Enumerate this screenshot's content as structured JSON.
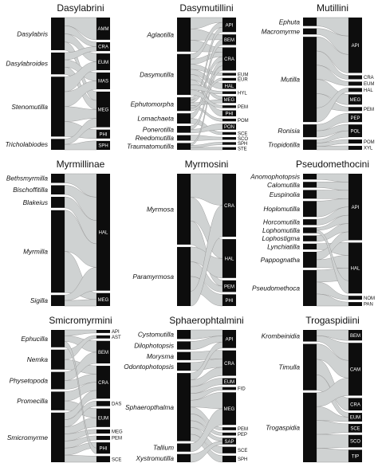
{
  "colors": {
    "bar": "#0d0d0d",
    "flow": "#cfd2d2",
    "flow_edge": "#8c8c8c",
    "text": "#111111",
    "bar_text": "#ffffff"
  },
  "panels": [
    {
      "title": "Dasylabrini",
      "genera": [
        "Dasylabris",
        "Dasylabroides",
        "Stenomutilla",
        "Tricholabiodes"
      ],
      "regions": [
        {
          "label": "AMM",
          "inside": true
        },
        {
          "label": "CRA",
          "inside": true
        },
        {
          "label": "EUM",
          "inside": true
        },
        {
          "label": "MAS",
          "inside": true
        },
        {
          "label": "MEG",
          "inside": true
        },
        {
          "label": "PHI",
          "inside": true
        },
        {
          "label": "SPH",
          "inside": true
        }
      ]
    },
    {
      "title": "Dasymutillini",
      "genera": [
        "Aglaotilla",
        "Dasymutilla",
        "Ephutomorpha",
        "Lomachaeta",
        "Ponerotilla",
        "Reedomutilla",
        "Traumatomutilla"
      ],
      "regions": [
        {
          "label": "API",
          "inside": true
        },
        {
          "label": "BEM",
          "inside": true
        },
        {
          "label": "CRA",
          "inside": true
        },
        {
          "label": "EUM",
          "inside": true
        },
        {
          "label": "EUR",
          "inside": true
        },
        {
          "label": "HAL",
          "inside": true
        },
        {
          "label": "HYL",
          "inside": false
        },
        {
          "label": "MEG",
          "inside": true
        },
        {
          "label": "PEM",
          "inside": false
        },
        {
          "label": "PHI",
          "inside": true
        },
        {
          "label": "POM",
          "inside": false
        },
        {
          "label": "PON",
          "inside": true
        },
        {
          "label": "SCE",
          "inside": false
        },
        {
          "label": "SCO",
          "inside": false
        },
        {
          "label": "SPH",
          "inside": false
        },
        {
          "label": "STE",
          "inside": false
        }
      ]
    },
    {
      "title": "Mutillini",
      "genera": [
        "Ephuta",
        "Macromyrme",
        "Mutilla",
        "Ronisia",
        "Tropidotilla"
      ],
      "regions": [
        {
          "label": "API",
          "inside": true
        },
        {
          "label": "CRA",
          "inside": false
        },
        {
          "label": "EUM",
          "inside": false
        },
        {
          "label": "HAL",
          "inside": false
        },
        {
          "label": "MEG",
          "inside": true
        },
        {
          "label": "PEM",
          "inside": false
        },
        {
          "label": "PEP",
          "inside": true
        },
        {
          "label": "POL",
          "inside": true
        },
        {
          "label": "POM",
          "inside": false
        },
        {
          "label": "XYL",
          "inside": false
        }
      ]
    },
    {
      "title": "Myrmillinae",
      "genera": [
        "Bethsmyrmilla",
        "Bischoffitilla",
        "Blakeius",
        "Myrmilla",
        "Sigilla"
      ],
      "regions": [
        {
          "label": "HAL",
          "inside": true
        },
        {
          "label": "MEG",
          "inside": true
        }
      ]
    },
    {
      "title": "Myrmosini",
      "genera": [
        "Myrmosa",
        "Paramyrmosa"
      ],
      "regions": [
        {
          "label": "CRA",
          "inside": true
        },
        {
          "label": "HAL",
          "inside": true
        },
        {
          "label": "PEM",
          "inside": true
        },
        {
          "label": "PHI",
          "inside": true
        }
      ]
    },
    {
      "title": "Pseudomethocini",
      "genera": [
        "Anomophotopsis",
        "Calomutilla",
        "Euspinolia",
        "Hoplomutilla",
        "Horcomutilla",
        "Lophomutilla",
        "Lophostigma",
        "Lynchiatilla",
        "Pappognatha",
        "Pseudomethoca"
      ],
      "regions": [
        {
          "label": "API",
          "inside": true
        },
        {
          "label": "HAL",
          "inside": true
        },
        {
          "label": "NOM",
          "inside": false
        },
        {
          "label": "PAN",
          "inside": false
        }
      ]
    },
    {
      "title": "Smicromyrmini",
      "genera": [
        "Ephucilla",
        "Nemka",
        "Physetopoda",
        "Promecilla",
        "Smicromyrme"
      ],
      "regions": [
        {
          "label": "API",
          "inside": false
        },
        {
          "label": "AST",
          "inside": false
        },
        {
          "label": "BEM",
          "inside": true
        },
        {
          "label": "CRA",
          "inside": true
        },
        {
          "label": "DAS",
          "inside": false
        },
        {
          "label": "EUM",
          "inside": true
        },
        {
          "label": "MEG",
          "inside": false
        },
        {
          "label": "PEM",
          "inside": false
        },
        {
          "label": "PHI",
          "inside": true
        },
        {
          "label": "SCE",
          "inside": false
        }
      ]
    },
    {
      "title": "Sphaerophtalmini",
      "genera": [
        "Cystomutilla",
        "Dilophotopsis",
        "Morysma",
        "Odontophotopsis",
        "Sphaeropthalma",
        "Tallium",
        "Xystromutilla"
      ],
      "regions": [
        {
          "label": "API",
          "inside": true
        },
        {
          "label": "CRA",
          "inside": true
        },
        {
          "label": "EUM",
          "inside": true
        },
        {
          "label": "FID",
          "inside": false
        },
        {
          "label": "MEG",
          "inside": true
        },
        {
          "label": "PEM",
          "inside": false
        },
        {
          "label": "PEP",
          "inside": false
        },
        {
          "label": "SAP",
          "inside": true
        },
        {
          "label": "SCE",
          "inside": false
        },
        {
          "label": "SPH",
          "inside": false
        }
      ]
    },
    {
      "title": "Trogaspidiini",
      "genera": [
        "Krombeinidia",
        "Timulla",
        "Trogaspidia"
      ],
      "regions": [
        {
          "label": "BEM",
          "inside": true
        },
        {
          "label": "CAM",
          "inside": true
        },
        {
          "label": "CRA",
          "inside": true
        },
        {
          "label": "EUM",
          "inside": true
        },
        {
          "label": "SCE",
          "inside": true
        },
        {
          "label": "SCO",
          "inside": true
        },
        {
          "label": "TIP",
          "inside": true
        }
      ]
    }
  ],
  "links": [
    [
      [
        0,
        0
      ],
      [
        0,
        1
      ],
      [
        0,
        2
      ],
      [
        0,
        4
      ],
      [
        1,
        1
      ],
      [
        1,
        3
      ],
      [
        1,
        4
      ],
      [
        2,
        2
      ],
      [
        2,
        3
      ],
      [
        2,
        4
      ],
      [
        2,
        5
      ],
      [
        3,
        4
      ],
      [
        3,
        6
      ]
    ],
    [
      [
        0,
        0
      ],
      [
        0,
        1
      ],
      [
        0,
        2
      ],
      [
        1,
        0
      ],
      [
        1,
        2
      ],
      [
        1,
        3
      ],
      [
        1,
        5
      ],
      [
        1,
        7
      ],
      [
        1,
        9
      ],
      [
        2,
        0
      ],
      [
        2,
        2
      ],
      [
        2,
        7
      ],
      [
        2,
        10
      ],
      [
        3,
        1
      ],
      [
        3,
        12
      ],
      [
        4,
        2
      ],
      [
        4,
        11
      ],
      [
        5,
        13
      ],
      [
        6,
        2
      ],
      [
        6,
        14
      ],
      [
        6,
        15
      ],
      [
        1,
        6
      ],
      [
        1,
        8
      ],
      [
        2,
        4
      ]
    ],
    [
      [
        0,
        0
      ],
      [
        1,
        0
      ],
      [
        2,
        0
      ],
      [
        2,
        1
      ],
      [
        2,
        2
      ],
      [
        2,
        4
      ],
      [
        2,
        5
      ],
      [
        3,
        6
      ],
      [
        3,
        7
      ],
      [
        4,
        7
      ],
      [
        4,
        8
      ],
      [
        4,
        9
      ],
      [
        2,
        3
      ]
    ],
    [
      [
        0,
        0
      ],
      [
        1,
        0
      ],
      [
        2,
        0
      ],
      [
        3,
        0
      ],
      [
        3,
        1
      ],
      [
        4,
        0
      ],
      [
        4,
        1
      ]
    ],
    [
      [
        0,
        0
      ],
      [
        0,
        1
      ],
      [
        0,
        2
      ],
      [
        1,
        1
      ],
      [
        1,
        2
      ],
      [
        1,
        3
      ],
      [
        1,
        0
      ]
    ],
    [
      [
        0,
        0
      ],
      [
        1,
        0
      ],
      [
        2,
        0
      ],
      [
        3,
        0
      ],
      [
        4,
        0
      ],
      [
        5,
        0
      ],
      [
        6,
        0
      ],
      [
        7,
        1
      ],
      [
        8,
        0
      ],
      [
        8,
        1
      ],
      [
        9,
        1
      ],
      [
        9,
        2
      ],
      [
        9,
        3
      ],
      [
        5,
        1
      ]
    ],
    [
      [
        0,
        0
      ],
      [
        0,
        2
      ],
      [
        1,
        1
      ],
      [
        1,
        3
      ],
      [
        2,
        2
      ],
      [
        2,
        3
      ],
      [
        3,
        3
      ],
      [
        3,
        5
      ],
      [
        4,
        3
      ],
      [
        4,
        4
      ],
      [
        4,
        5
      ],
      [
        4,
        6
      ],
      [
        4,
        7
      ],
      [
        4,
        8
      ],
      [
        4,
        9
      ],
      [
        0,
        8
      ]
    ],
    [
      [
        0,
        0
      ],
      [
        1,
        0
      ],
      [
        2,
        1
      ],
      [
        3,
        1
      ],
      [
        4,
        0
      ],
      [
        4,
        1
      ],
      [
        4,
        2
      ],
      [
        4,
        3
      ],
      [
        4,
        4
      ],
      [
        4,
        5
      ],
      [
        4,
        6
      ],
      [
        4,
        7
      ],
      [
        4,
        8
      ],
      [
        4,
        9
      ],
      [
        5,
        4
      ],
      [
        6,
        7
      ]
    ],
    [
      [
        0,
        0
      ],
      [
        0,
        1
      ],
      [
        1,
        1
      ],
      [
        1,
        2
      ],
      [
        1,
        3
      ],
      [
        2,
        1
      ],
      [
        2,
        3
      ],
      [
        2,
        4
      ],
      [
        2,
        5
      ],
      [
        2,
        6
      ]
    ]
  ]
}
